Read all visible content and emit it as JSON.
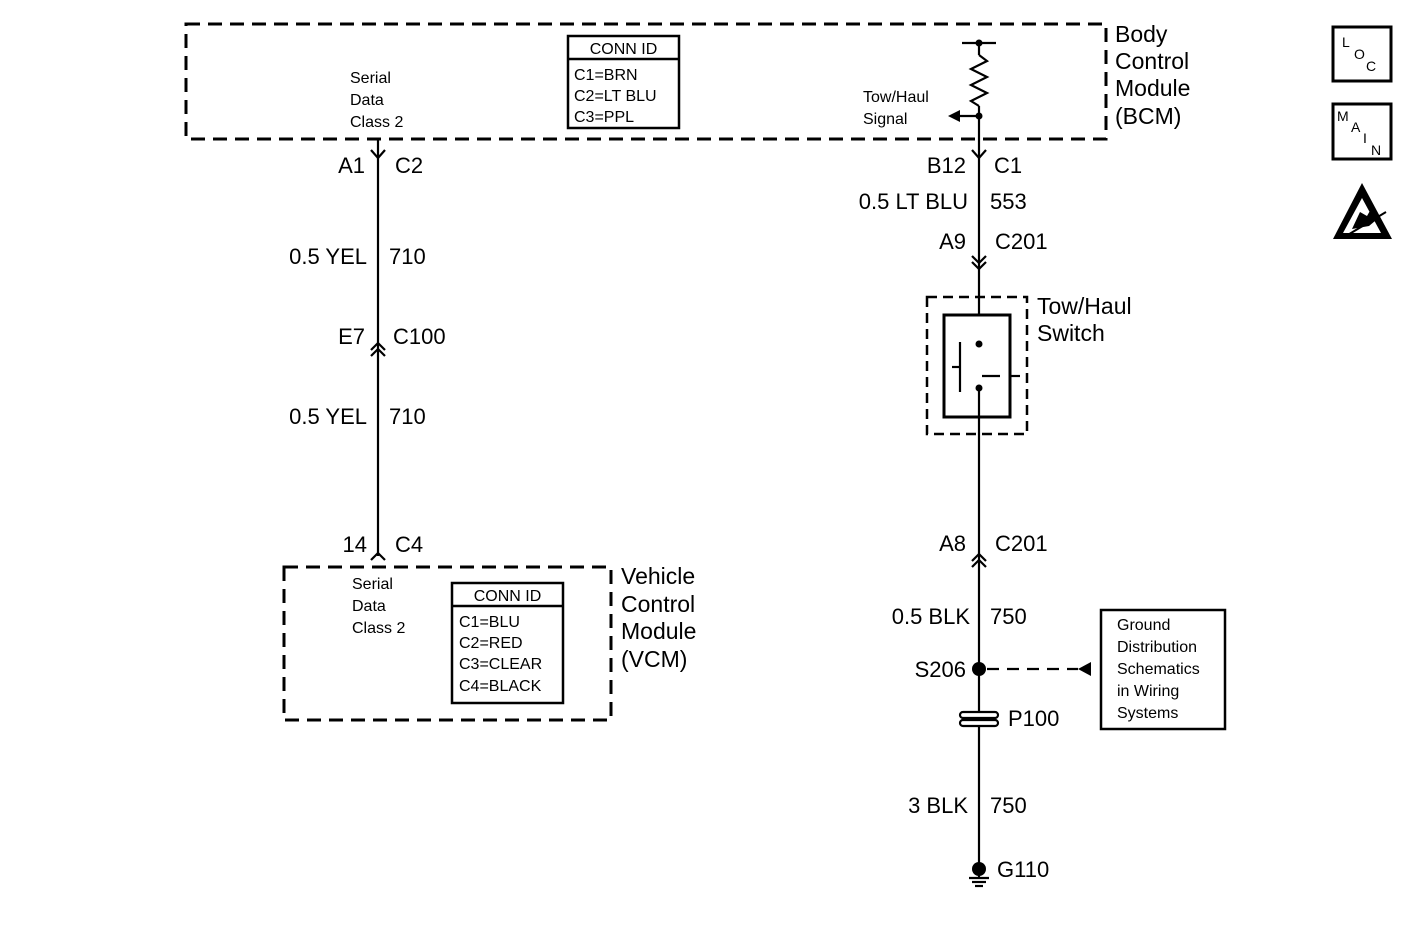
{
  "bcm": {
    "name_lines": [
      "Body",
      "Control",
      "Module",
      "(BCM)"
    ],
    "serial_lines": [
      "Serial",
      "Data",
      "Class 2"
    ],
    "conn_title": "CONN ID",
    "conn_lines": [
      "C1=BRN",
      "C2=LT BLU",
      "C3=PPL"
    ],
    "signal_lines": [
      "Tow/Haul",
      "Signal"
    ]
  },
  "vcm": {
    "name_lines": [
      "Vehicle",
      "Control",
      "Module",
      "(VCM)"
    ],
    "serial_lines": [
      "Serial",
      "Data",
      "Class 2"
    ],
    "conn_title": "CONN ID",
    "conn_lines": [
      "C1=BLU",
      "C2=RED",
      "C3=CLEAR",
      "C4=BLACK"
    ]
  },
  "left_circuit": {
    "bcm_pin": "A1",
    "bcm_conn": "C2",
    "wire1_color": "0.5 YEL",
    "wire1_circuit": "710",
    "inline_pin": "E7",
    "inline_conn": "C100",
    "wire2_color": "0.5 YEL",
    "wire2_circuit": "710",
    "vcm_pin": "14",
    "vcm_conn": "C4"
  },
  "right_circuit": {
    "bcm_pin": "B12",
    "bcm_conn": "C1",
    "wire1_color": "0.5 LT BLU",
    "wire1_circuit": "553",
    "upper_pin": "A9",
    "upper_conn": "C201",
    "switch_lines": [
      "Tow/Haul",
      "Switch"
    ],
    "lower_pin": "A8",
    "lower_conn": "C201",
    "wire2_color": "0.5 BLK",
    "wire2_circuit": "750",
    "splice": "S206",
    "pass_through": "P100",
    "wire3_color": "3 BLK",
    "wire3_circuit": "750",
    "ground": "G110"
  },
  "ground_ref_lines": [
    "Ground",
    "Distribution",
    "Schematics",
    "in Wiring",
    "Systems"
  ],
  "icons": {
    "loc": [
      "L",
      "O",
      "C"
    ],
    "main": [
      "M",
      "A",
      "I",
      "N"
    ],
    "esd": "esd-warning-icon"
  }
}
